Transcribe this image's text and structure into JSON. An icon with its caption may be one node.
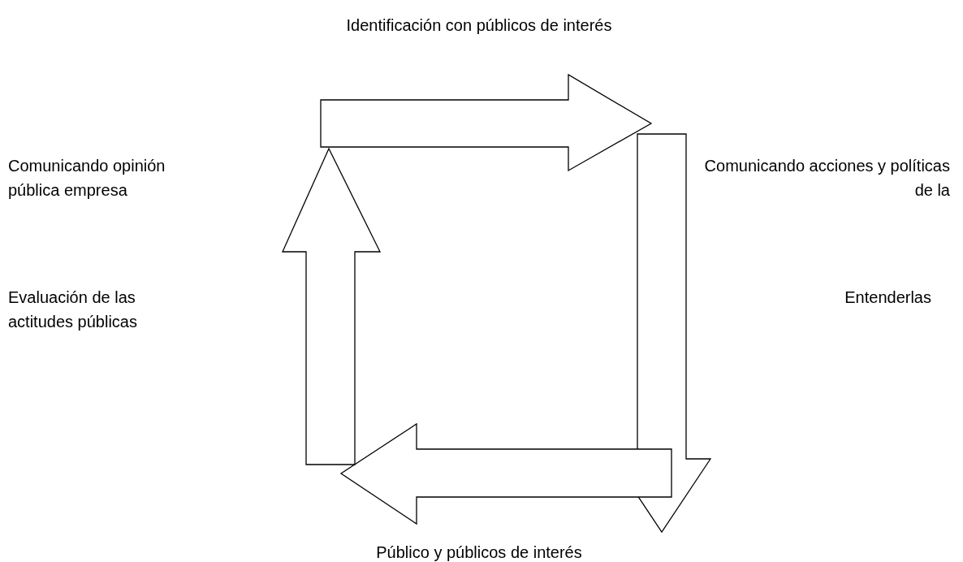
{
  "diagram": {
    "labels": [
      "Identificación con públicos de interés",
      "Comunicando opinión pública empresa",
      "Comunicando acciones y políticas de la",
      "Evaluación de las actitudes públicas",
      "Entenderlas",
      "Público y públicos de interés"
    ]
  }
}
